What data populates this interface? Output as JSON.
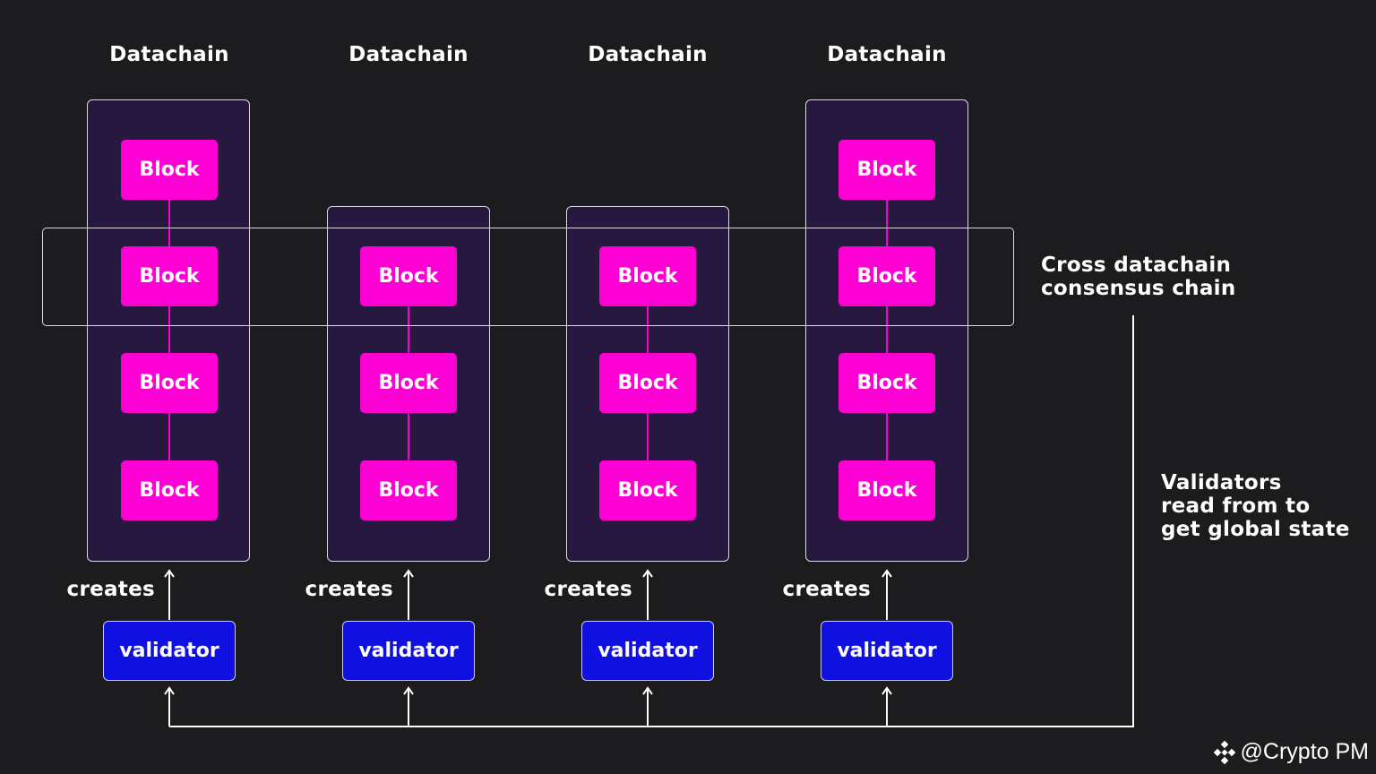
{
  "chains": [
    {
      "title": "Datachain",
      "blocks": [
        "Block",
        "Block",
        "Block",
        "Block"
      ],
      "creates": "creates",
      "validator": "validator"
    },
    {
      "title": "Datachain",
      "blocks": [
        "Block",
        "Block",
        "Block"
      ],
      "creates": "creates",
      "validator": "validator"
    },
    {
      "title": "Datachain",
      "blocks": [
        "Block",
        "Block",
        "Block"
      ],
      "creates": "creates",
      "validator": "validator"
    },
    {
      "title": "Datachain",
      "blocks": [
        "Block",
        "Block",
        "Block",
        "Block"
      ],
      "creates": "creates",
      "validator": "validator"
    }
  ],
  "consensus_label": [
    "Cross datachain",
    "consensus chain"
  ],
  "validators_label": [
    "Validators",
    "read from to",
    "get global state"
  ],
  "watermark": {
    "text": "@Crypto PM",
    "icon": "binance-diamond-icon"
  },
  "colors": {
    "background": "#1c1c1f",
    "block": "#ff00d4",
    "chain_box": "#27183f",
    "validator": "#1010e0",
    "line": "#ffffff"
  }
}
